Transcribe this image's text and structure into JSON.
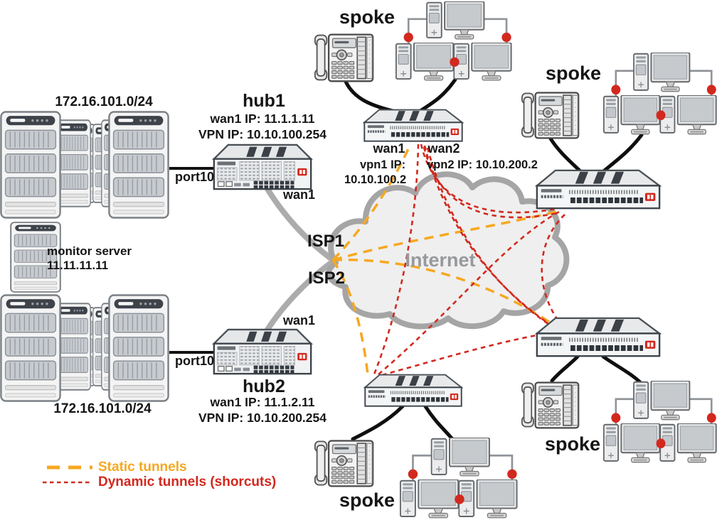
{
  "legend": {
    "static_label": "Static tunnels",
    "dynamic_label": "Dynamic tunnels (shorcuts)",
    "static_color": "#F6A821",
    "dynamic_color": "#D3281E"
  },
  "internet": {
    "label": "Internet",
    "isp1": "ISP1",
    "isp2": "ISP2"
  },
  "lan_top": {
    "subnet": "172.16.101.0/24",
    "port": "port10"
  },
  "lan_bottom": {
    "subnet": "172.16.101.0/24",
    "port": "port10"
  },
  "monitor_server": {
    "name": "monitor server",
    "ip": "11.11.11.11"
  },
  "hub1": {
    "name": "hub1",
    "wan_ip": "wan1 IP: 11.1.1.11",
    "vpn_ip": "VPN IP: 10.10.100.254",
    "wan_label": "wan1"
  },
  "hub2": {
    "name": "hub2",
    "wan_ip": "wan1 IP: 11.1.2.11",
    "vpn_ip": "VPN IP: 10.10.200.254",
    "wan_label": "wan1"
  },
  "spoke_top": {
    "name": "spoke",
    "wan1": "wan1",
    "wan2": "wan2",
    "vpn1_label": "vpn1 IP:",
    "vpn1_ip": "10.10.100.2",
    "vpn2_label": "vpn2 IP: 10.10.200.2"
  },
  "spoke_top_right": {
    "name": "spoke"
  },
  "spoke_bottom_right": {
    "name": "spoke"
  },
  "spoke_bottom": {
    "name": "spoke"
  }
}
